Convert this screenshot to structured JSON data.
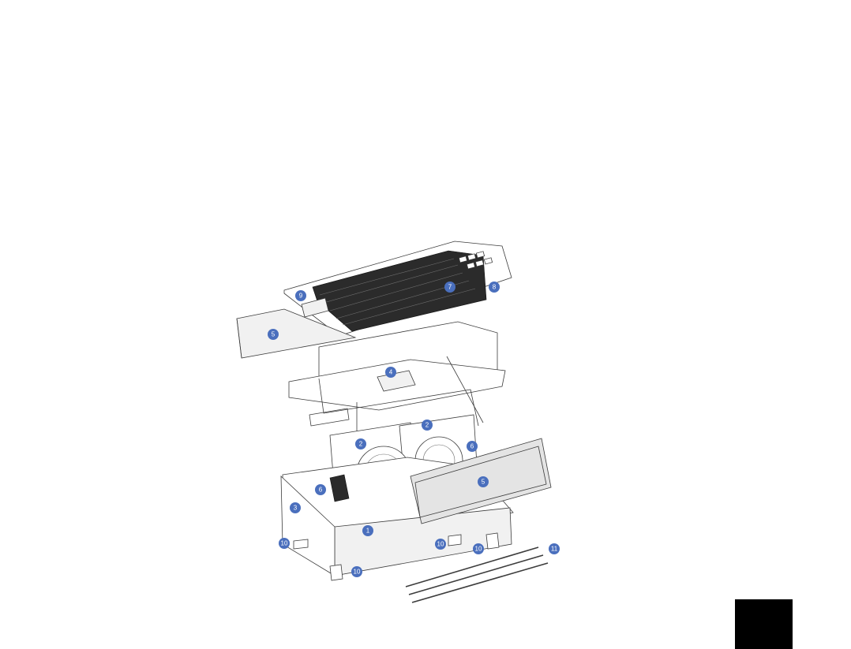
{
  "diagram": {
    "callout_color": "#4a6fbd",
    "labels": {
      "c1": "1",
      "c2a": "2",
      "c2b": "2",
      "c3": "3",
      "c4": "4",
      "c5a": "5",
      "c5b": "5",
      "c6a": "6",
      "c6b": "6",
      "c7": "7",
      "c8": "8",
      "c9": "9",
      "c10a": "10",
      "c10b": "10",
      "c10c": "10",
      "c10d": "10",
      "c11": "11"
    }
  },
  "corner_block": {
    "color": "#000000"
  }
}
